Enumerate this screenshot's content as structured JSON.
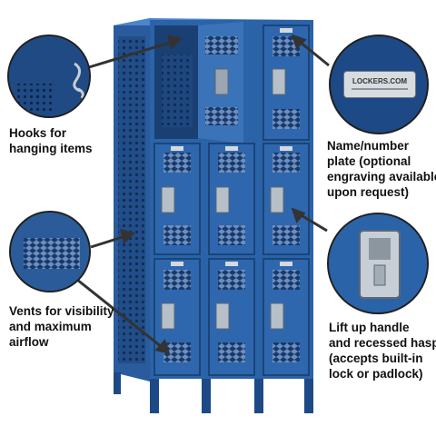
{
  "colors": {
    "locker_blue": "#2b63a8",
    "locker_dark": "#1d4a86",
    "locker_light": "#3b78c0",
    "callout_text": "#111111"
  },
  "callouts": {
    "hooks": [
      "Hooks for",
      "hanging items"
    ],
    "vents": [
      "Vents for visibility",
      "and maximum",
      "airflow"
    ],
    "name_plate": [
      "Name/number",
      "plate (optional",
      "engraving available",
      "upon request)"
    ],
    "handle": [
      "Lift up handle",
      "and recessed hasp",
      "(accepts built-in",
      "lock or padlock)"
    ]
  },
  "name_plate_text": "LOCKERS.COM",
  "icons": [
    "hook-icon",
    "vent-icon",
    "name-plate-icon",
    "handle-icon"
  ]
}
